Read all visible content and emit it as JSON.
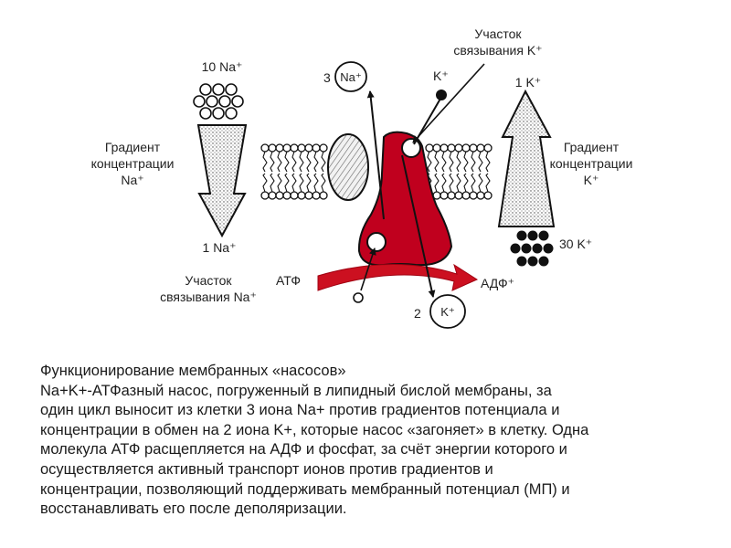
{
  "diagram": {
    "na_top": "10 Na⁺",
    "na_bottom": "1 Na⁺",
    "na_gradient": [
      "Градиент",
      "концентрации",
      "Na⁺"
    ],
    "k_gradient": [
      "Градиент",
      "концентрации",
      "K⁺"
    ],
    "k_top": "1 K⁺",
    "k_bottom": "30 K⁺",
    "na_out_count": "3",
    "na_out_ion": "Na⁺",
    "k_in_label": "K⁺",
    "k_site": [
      "Участок",
      "связывания K⁺"
    ],
    "na_site": [
      "Участок",
      "связывания Na⁺"
    ],
    "atp": "АТФ",
    "adp": "АДФ⁺",
    "k_out_count": "2",
    "k_out_ion": "K⁺",
    "colors": {
      "pump": "#c0001e",
      "arrow": "#cc1020",
      "ink": "#111111"
    }
  },
  "caption": {
    "title": "Функционирование мембранных «насосов»",
    "lines": [
      "Na+K+-АТФазный насос, погруженный в липидный бислой мембраны, за",
      "один цикл выносит из клетки 3 иона Na+ против градиентов потенциала и",
      "концентрации в обмен на 2 иона K+, которые насос «загоняет» в клетку. Одна",
      "молекула АТФ расщепляется на АДФ и фосфат, за счёт энергии которого и",
      "осуществляется активный транспорт ионов против градиентов и",
      "концентрации, позволяющий поддерживать мембранный потенциал (МП) и",
      "восстанавливать его после деполяризации."
    ]
  }
}
